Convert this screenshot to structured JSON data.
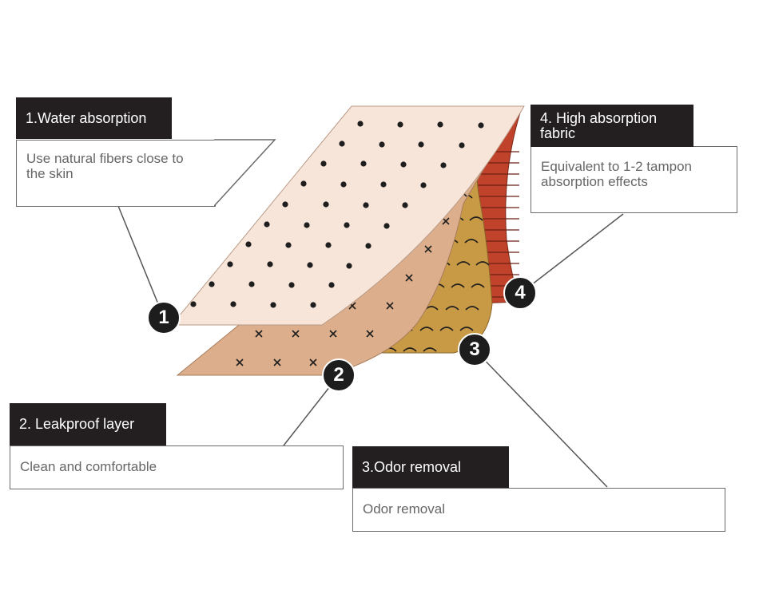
{
  "layers": [
    {
      "number": "1",
      "title": "1.Water absorption",
      "description": "Use natural fibers close to the skin"
    },
    {
      "number": "2",
      "title": "2. Leakproof layer",
      "description": "Clean and comfortable"
    },
    {
      "number": "3",
      "title": "3.Odor removal",
      "description": "Odor removal"
    },
    {
      "number": "4",
      "title": "4. High absorption fabric",
      "description": "Equivalent to 1-2 tampon absorption effects"
    }
  ],
  "colors": {
    "layer1": "#f7e5da",
    "layer2": "#dcae8c",
    "layer3": "#c99a45",
    "layer4": "#c0422a",
    "dark": "#231f20"
  }
}
